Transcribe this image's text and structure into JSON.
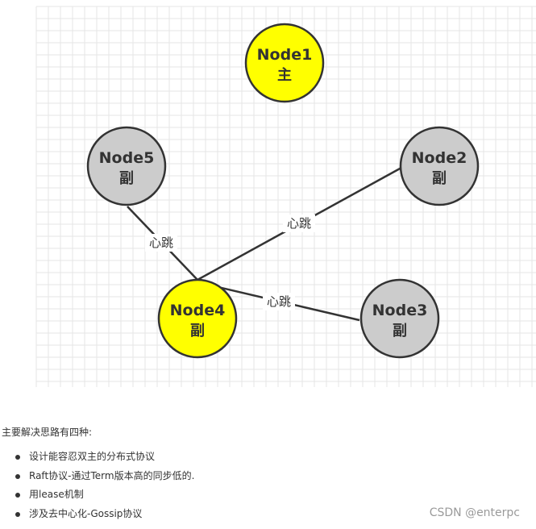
{
  "diagram": {
    "nodes": [
      {
        "id": "node1",
        "name": "Node1",
        "role": "主",
        "fill": "#ffff00"
      },
      {
        "id": "node2",
        "name": "Node2",
        "role": "副",
        "fill": "#cccccc"
      },
      {
        "id": "node3",
        "name": "Node3",
        "role": "副",
        "fill": "#cccccc"
      },
      {
        "id": "node4",
        "name": "Node4",
        "role": "副",
        "fill": "#ffff00"
      },
      {
        "id": "node5",
        "name": "Node5",
        "role": "副",
        "fill": "#cccccc"
      }
    ],
    "edges": [
      {
        "from": "node4",
        "to": "node5",
        "label": "心跳"
      },
      {
        "from": "node4",
        "to": "node2",
        "label": "心跳"
      },
      {
        "from": "node4",
        "to": "node3",
        "label": "心跳"
      }
    ]
  },
  "intro": "主要解决思路有四种:",
  "bullets": [
    "设计能容忍双主的分布式协议",
    "Raft协议-通过Term版本高的同步低的.",
    "用lease机制",
    "涉及去中心化-Gossip协议"
  ],
  "watermark": "CSDN @enterpc",
  "colors": {
    "stroke": "#333333",
    "grid": "#e6e6e6",
    "primary": "#ffff00",
    "secondary": "#cccccc"
  }
}
